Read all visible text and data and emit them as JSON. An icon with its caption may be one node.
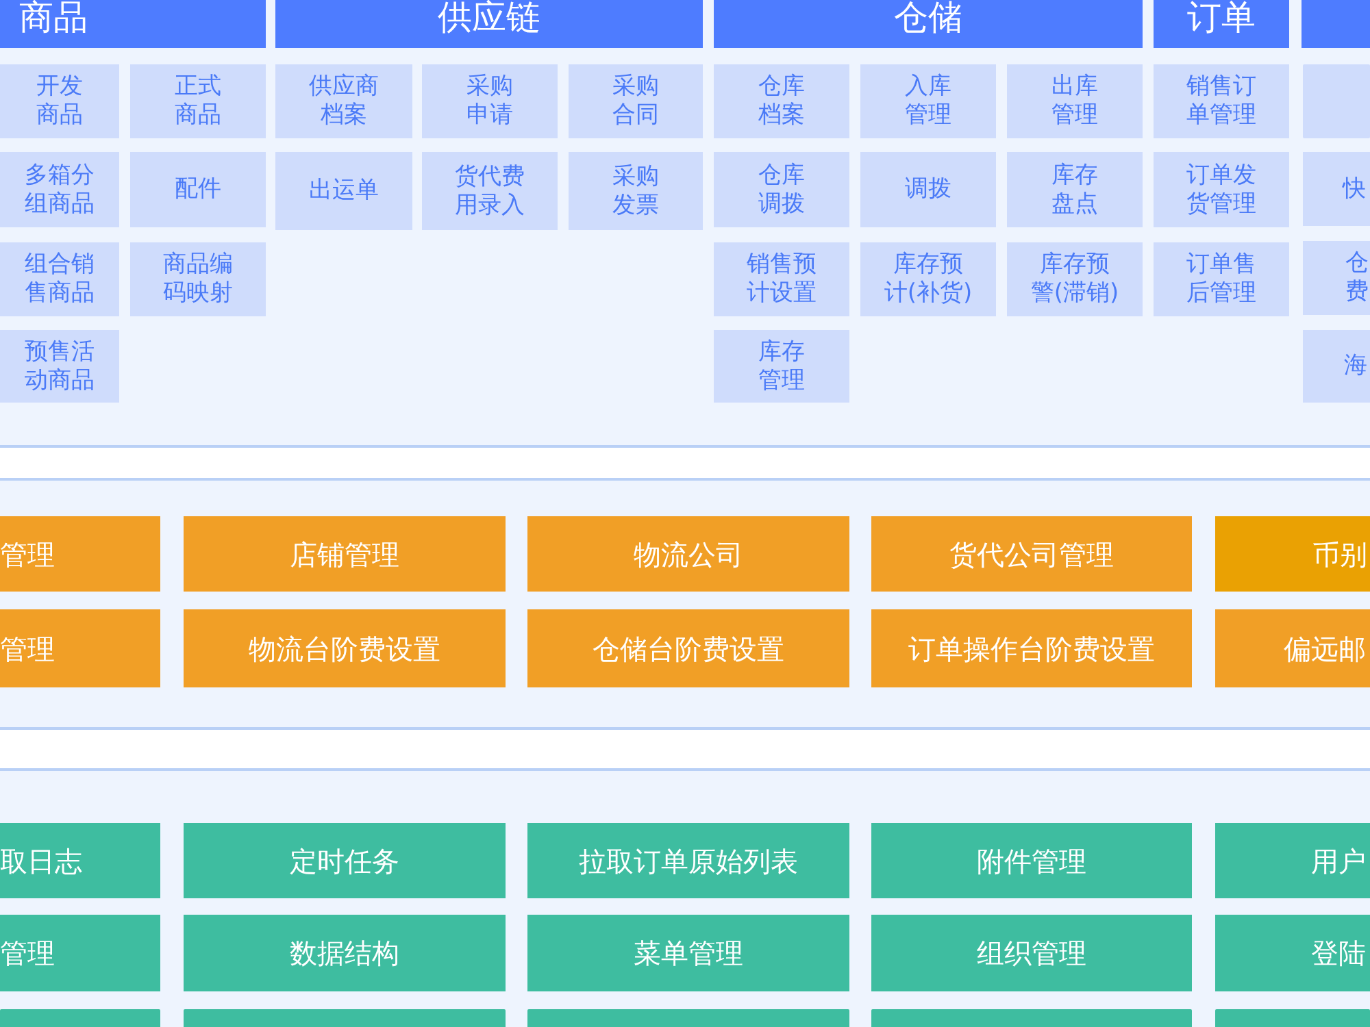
{
  "diagram": {
    "nodes": [
      {
        "text": [],
        "shape": "band"
      },
      {
        "text": [
          "商品"
        ],
        "in": 0
      },
      {
        "text": [
          "供应链"
        ],
        "in": 0
      },
      {
        "text": [
          "仓储"
        ],
        "in": 0
      },
      {
        "text": [
          "订单"
        ],
        "in": 0
      },
      {
        "text": [],
        "shape": "bar",
        "in": 0
      },
      {
        "text": [
          "开发商品"
        ],
        "in": 0
      },
      {
        "text": [
          "正式商品"
        ],
        "in": 0
      },
      {
        "text": [
          "多箱分组商品"
        ],
        "in": 0
      },
      {
        "text": [
          "配件"
        ],
        "in": 0
      },
      {
        "text": [
          "组合销售商品"
        ],
        "in": 0
      },
      {
        "text": [
          "商品编码映射"
        ],
        "in": 0
      },
      {
        "text": [
          "预售活动商品"
        ],
        "in": 0
      },
      {
        "text": [
          "供应商档案"
        ],
        "in": 0
      },
      {
        "text": [
          "采购申请"
        ],
        "in": 0
      },
      {
        "text": [
          "采购合同"
        ],
        "in": 0
      },
      {
        "text": [
          "出运单"
        ],
        "in": 0
      },
      {
        "text": [
          "货代费用录入"
        ],
        "in": 0
      },
      {
        "text": [
          "采购发票"
        ],
        "in": 0
      },
      {
        "text": [
          "仓库档案"
        ],
        "in": 0
      },
      {
        "text": [
          "入库管理"
        ],
        "in": 0
      },
      {
        "text": [
          "出库管理"
        ],
        "in": 0
      },
      {
        "text": [
          "仓库调拨"
        ],
        "in": 0
      },
      {
        "text": [
          "调拨"
        ],
        "in": 0
      },
      {
        "text": [
          "库存盘点"
        ],
        "in": 0
      },
      {
        "text": [
          "销售预计设置"
        ],
        "in": 0
      },
      {
        "text": [
          "库存预计(补货)"
        ],
        "in": 0
      },
      {
        "text": [
          "库存预警(滞销)"
        ],
        "in": 0
      },
      {
        "text": [
          "库存管理"
        ],
        "in": 0
      },
      {
        "text": [
          "销售订单管理"
        ],
        "in": 0
      },
      {
        "text": [
          "订单发货管理"
        ],
        "in": 0
      },
      {
        "text": [
          "订单售后管理"
        ],
        "in": 0
      },
      {
        "text": [],
        "shape": "box",
        "in": 0
      },
      {
        "text": [
          "快"
        ],
        "in": 0
      },
      {
        "text": [
          "仓费"
        ],
        "in": 0
      },
      {
        "text": [
          "海"
        ],
        "in": 0
      },
      {
        "text": [],
        "shape": "band"
      },
      {
        "text": [
          "管理"
        ],
        "in": 36
      },
      {
        "text": [
          "店铺管理"
        ],
        "in": 36
      },
      {
        "text": [
          "物流公司"
        ],
        "in": 36
      },
      {
        "text": [
          "货代公司管理"
        ],
        "in": 36
      },
      {
        "text": [
          "币别"
        ],
        "in": 36
      },
      {
        "text": [
          "管理"
        ],
        "in": 36
      },
      {
        "text": [
          "物流台阶费设置"
        ],
        "in": 36
      },
      {
        "text": [
          "仓储台阶费设置"
        ],
        "in": 36
      },
      {
        "text": [
          "订单操作台阶费设置"
        ],
        "in": 36
      },
      {
        "text": [
          "偏远邮"
        ],
        "in": 36
      },
      {
        "text": [],
        "shape": "band"
      },
      {
        "text": [
          "取日志"
        ],
        "in": 47
      },
      {
        "text": [
          "定时任务"
        ],
        "in": 47
      },
      {
        "text": [
          "拉取订单原始列表"
        ],
        "in": 47
      },
      {
        "text": [
          "附件管理"
        ],
        "in": 47
      },
      {
        "text": [
          "用户"
        ],
        "in": 47
      },
      {
        "text": [
          "管理"
        ],
        "in": 47
      },
      {
        "text": [
          "数据结构"
        ],
        "in": 47
      },
      {
        "text": [
          "菜单管理"
        ],
        "in": 47
      },
      {
        "text": [
          "组织管理"
        ],
        "in": 47
      },
      {
        "text": [
          "登陆"
        ],
        "in": 47
      },
      {
        "text": [],
        "shape": "box",
        "in": 47
      },
      {
        "text": [],
        "shape": "box",
        "in": 47
      },
      {
        "text": [],
        "shape": "box",
        "in": 47
      },
      {
        "text": [],
        "shape": "box",
        "in": 47
      },
      {
        "text": [],
        "shape": "box",
        "in": 47
      }
    ]
  }
}
